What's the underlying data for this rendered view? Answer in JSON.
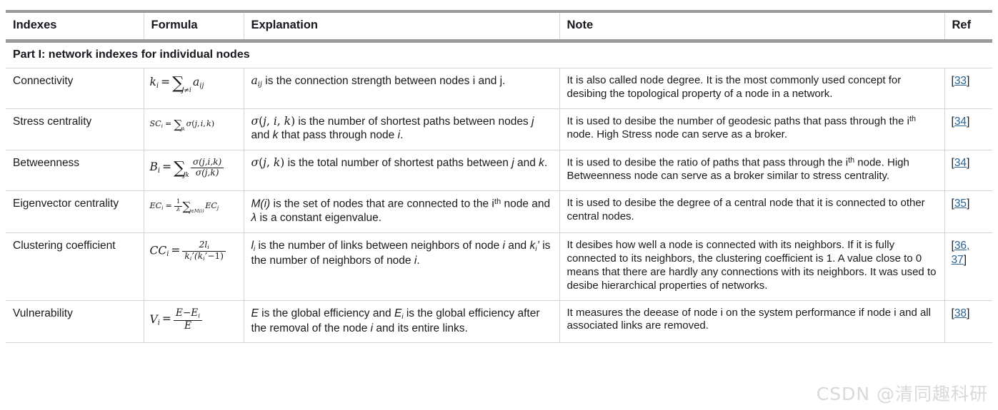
{
  "table": {
    "headers": {
      "indexes": "Indexes",
      "formula": "Formula",
      "explanation": "Explanation",
      "note": "Note",
      "ref": "Ref"
    },
    "section_title": "Part I: network indexes for individual nodes",
    "rows": [
      {
        "index_name": "Connectivity",
        "formula_plain": "k_i = ∑_{j≠i} a_ij",
        "explanation_plain": "a_ij is the connection strength between nodes i and j.",
        "note": "It is also called node degree. It is the most commonly used concept for desibing the topological property of a node in a network.",
        "ref": "[33]",
        "ref_number": "33"
      },
      {
        "index_name": "Stress centrality",
        "formula_plain": "SC_i = ∑_{jk} σ(j, i, k)",
        "explanation_plain": "σ(j, i, k) is the number of shortest paths between nodes j and k that pass through node i.",
        "note": "It is used to desibe the number of geodesic paths that pass through the ith node. High Stress node can serve as a broker.",
        "ref": "[34]",
        "ref_number": "34"
      },
      {
        "index_name": "Betweenness",
        "formula_plain": "B_i = ∑_{jk} σ(j,i,k)/σ(j,k)",
        "explanation_plain": "σ(j, k) is the total number of shortest paths between j and k.",
        "note": "It is used to desibe the ratio of paths that pass through the ith node. High Betweenness node can serve as a broker similar to stress centrality.",
        "ref": "[34]",
        "ref_number": "34"
      },
      {
        "index_name": "Eigenvector centrality",
        "formula_plain": "EC_i = (1/λ) ∑_{j∈M(i)} EC_j",
        "explanation_plain": "M(i) is the set of nodes that are connected to the ith node and λ is a constant eigenvalue.",
        "note": "It is used to desibe the degree of a central node that it is connected to other central nodes.",
        "ref": "[35]",
        "ref_number": "35"
      },
      {
        "index_name": "Clustering coefficient",
        "formula_plain": "CC_i = 2l_i / (k_i'(k_i'−1))",
        "explanation_plain": "l_i is the number of links between neighbors of node i and k_i' is the number of neighbors of node i.",
        "note": "It desibes how well a node is connected with its neighbors. If it is fully connected to its neighbors, the clustering coefficient is 1. A value close to 0 means that there are hardly any connections with its neighbors. It was used to desibe hierarchical properties of networks.",
        "ref": "[36, 37]",
        "ref_number": "36, 37"
      },
      {
        "index_name": "Vulnerability",
        "formula_plain": "V_i = (E − E_i)/E",
        "explanation_plain": "E is the global efficiency and E_i is the global efficiency after the removal of the node i and its entire links.",
        "note": "It measures the deease of node i on the system performance if node i and all associated links are removed.",
        "ref": "[38]",
        "ref_number": "38"
      }
    ]
  },
  "watermark": {
    "text": "CSDN @清同趣科研"
  },
  "colors": {
    "ref_link": "#2a6496",
    "border": "#d5d5d5",
    "rule": "#9a9a9a",
    "text": "#1a1a1a"
  }
}
